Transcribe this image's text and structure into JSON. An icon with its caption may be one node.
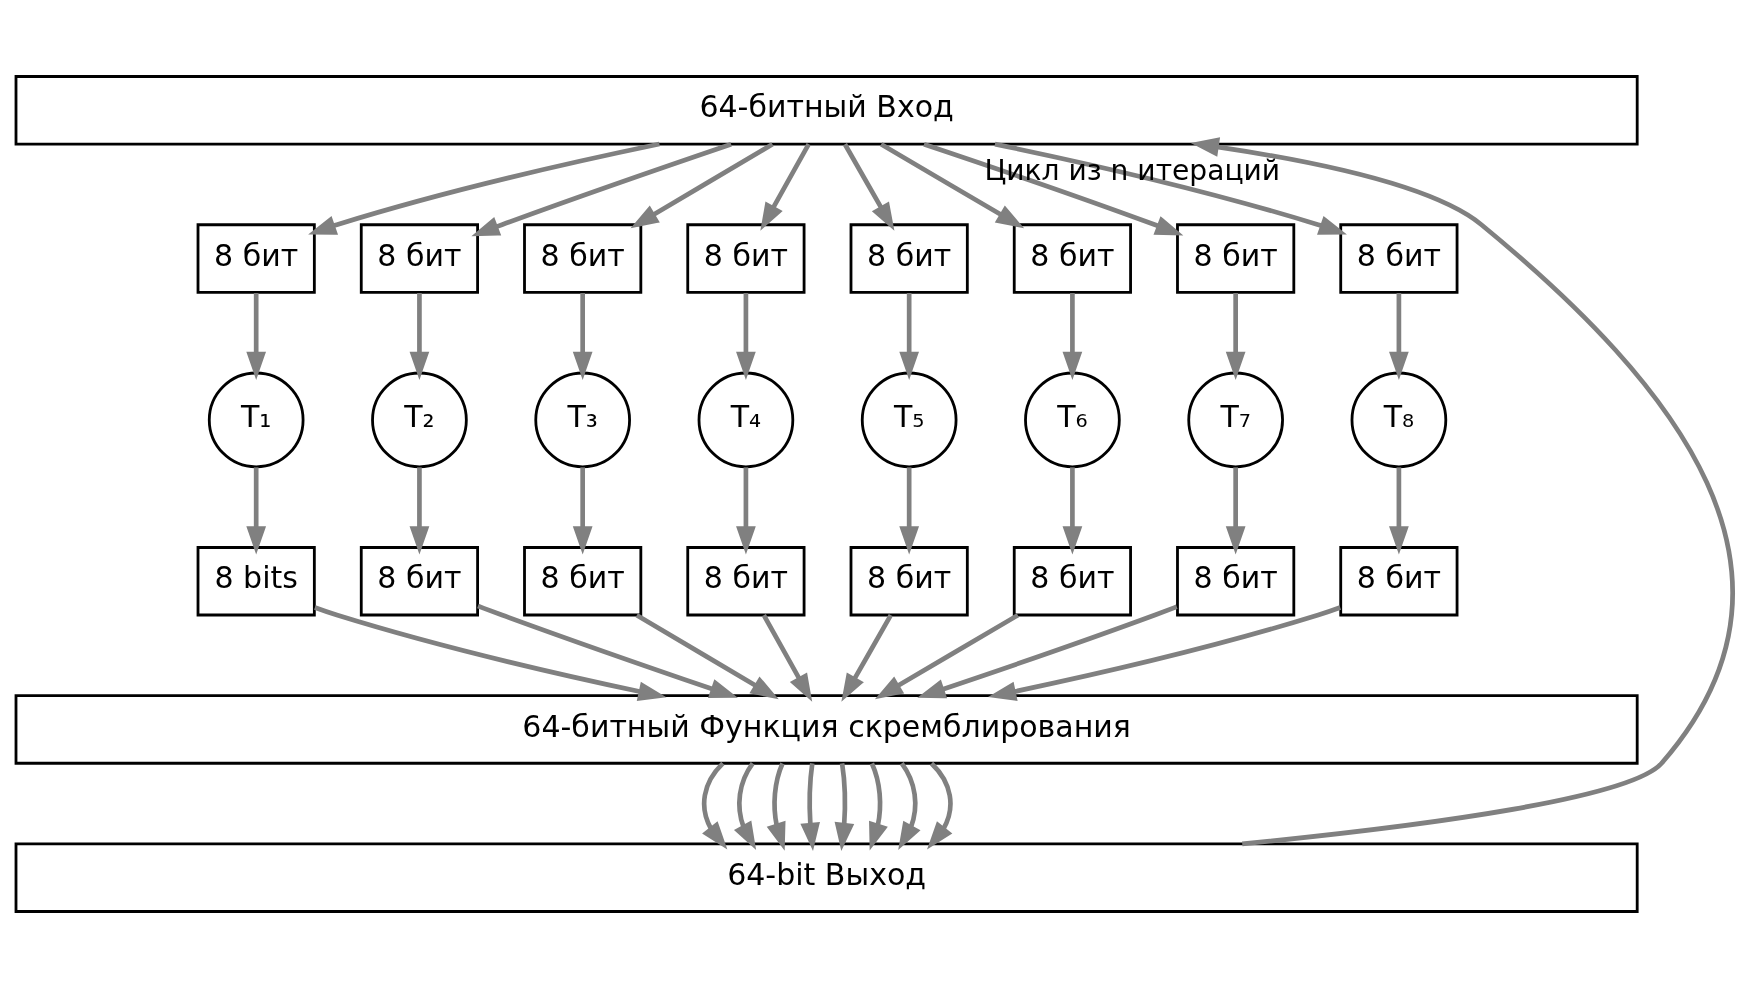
{
  "diagram": {
    "nodes": [
      {
        "text": [
          "64-битный Вход"
        ]
      },
      {
        "text": [
          "8 бит"
        ]
      },
      {
        "text": [
          "8 бит"
        ]
      },
      {
        "text": [
          "8 бит"
        ]
      },
      {
        "text": [
          "8 бит"
        ]
      },
      {
        "text": [
          "8 бит"
        ]
      },
      {
        "text": [
          "8 бит"
        ]
      },
      {
        "text": [
          "8 бит"
        ]
      },
      {
        "text": [
          "8 бит"
        ]
      },
      {
        "text": [
          "T₁"
        ]
      },
      {
        "text": [
          "T₂"
        ]
      },
      {
        "text": [
          "T₃"
        ]
      },
      {
        "text": [
          "T₄"
        ]
      },
      {
        "text": [
          "T₅"
        ]
      },
      {
        "text": [
          "T₆"
        ]
      },
      {
        "text": [
          "T₇"
        ]
      },
      {
        "text": [
          "T₈"
        ]
      },
      {
        "text": [
          "8 bits"
        ]
      },
      {
        "text": [
          "8 бит"
        ]
      },
      {
        "text": [
          "8 бит"
        ]
      },
      {
        "text": [
          "8 бит"
        ]
      },
      {
        "text": [
          "8 бит"
        ]
      },
      {
        "text": [
          "8 бит"
        ]
      },
      {
        "text": [
          "8 бит"
        ]
      },
      {
        "text": [
          "8 бит"
        ]
      },
      {
        "text": [
          "64-битный Функция скремблирования"
        ]
      },
      {
        "text": [
          "64-bit Выход"
        ]
      }
    ],
    "edges": [
      {
        "from": 0,
        "to": 1,
        "arrow": "to"
      },
      {
        "from": 0,
        "to": 2,
        "arrow": "to"
      },
      {
        "from": 0,
        "to": 3,
        "arrow": "to"
      },
      {
        "from": 0,
        "to": 4,
        "arrow": "to"
      },
      {
        "from": 0,
        "to": 5,
        "arrow": "to"
      },
      {
        "from": 0,
        "to": 6,
        "arrow": "to"
      },
      {
        "from": 0,
        "to": 7,
        "arrow": "to"
      },
      {
        "from": 0,
        "to": 8,
        "arrow": "to"
      },
      {
        "from": 1,
        "to": 9,
        "arrow": "to"
      },
      {
        "from": 2,
        "to": 10,
        "arrow": "to"
      },
      {
        "from": 3,
        "to": 11,
        "arrow": "to"
      },
      {
        "from": 4,
        "to": 12,
        "arrow": "to"
      },
      {
        "from": 5,
        "to": 13,
        "arrow": "to"
      },
      {
        "from": 6,
        "to": 14,
        "arrow": "to"
      },
      {
        "from": 7,
        "to": 15,
        "arrow": "to"
      },
      {
        "from": 8,
        "to": 16,
        "arrow": "to"
      },
      {
        "from": 9,
        "to": 17,
        "arrow": "to"
      },
      {
        "from": 10,
        "to": 18,
        "arrow": "to"
      },
      {
        "from": 11,
        "to": 19,
        "arrow": "to"
      },
      {
        "from": 12,
        "to": 20,
        "arrow": "to"
      },
      {
        "from": 13,
        "to": 21,
        "arrow": "to"
      },
      {
        "from": 14,
        "to": 22,
        "arrow": "to"
      },
      {
        "from": 15,
        "to": 23,
        "arrow": "to"
      },
      {
        "from": 16,
        "to": 24,
        "arrow": "to"
      },
      {
        "from": 17,
        "to": 25,
        "arrow": "to"
      },
      {
        "from": 18,
        "to": 25,
        "arrow": "to"
      },
      {
        "from": 19,
        "to": 25,
        "arrow": "to"
      },
      {
        "from": 20,
        "to": 25,
        "arrow": "to"
      },
      {
        "from": 21,
        "to": 25,
        "arrow": "to"
      },
      {
        "from": 22,
        "to": 25,
        "arrow": "to"
      },
      {
        "from": 23,
        "to": 25,
        "arrow": "to"
      },
      {
        "from": 24,
        "to": 25,
        "arrow": "to"
      },
      {
        "from": 25,
        "to": 26,
        "arrow": "to"
      },
      {
        "from": 25,
        "to": 26,
        "arrow": "to"
      },
      {
        "from": 25,
        "to": 26,
        "arrow": "to"
      },
      {
        "from": 25,
        "to": 26,
        "arrow": "to"
      },
      {
        "from": 25,
        "to": 26,
        "arrow": "to"
      },
      {
        "from": 25,
        "to": 26,
        "arrow": "to"
      },
      {
        "from": 25,
        "to": 26,
        "arrow": "to"
      },
      {
        "from": 25,
        "to": 26,
        "arrow": "to"
      },
      {
        "from": 26,
        "to": 0,
        "arrow": "to",
        "label": "Цикл из n итераций"
      }
    ]
  }
}
